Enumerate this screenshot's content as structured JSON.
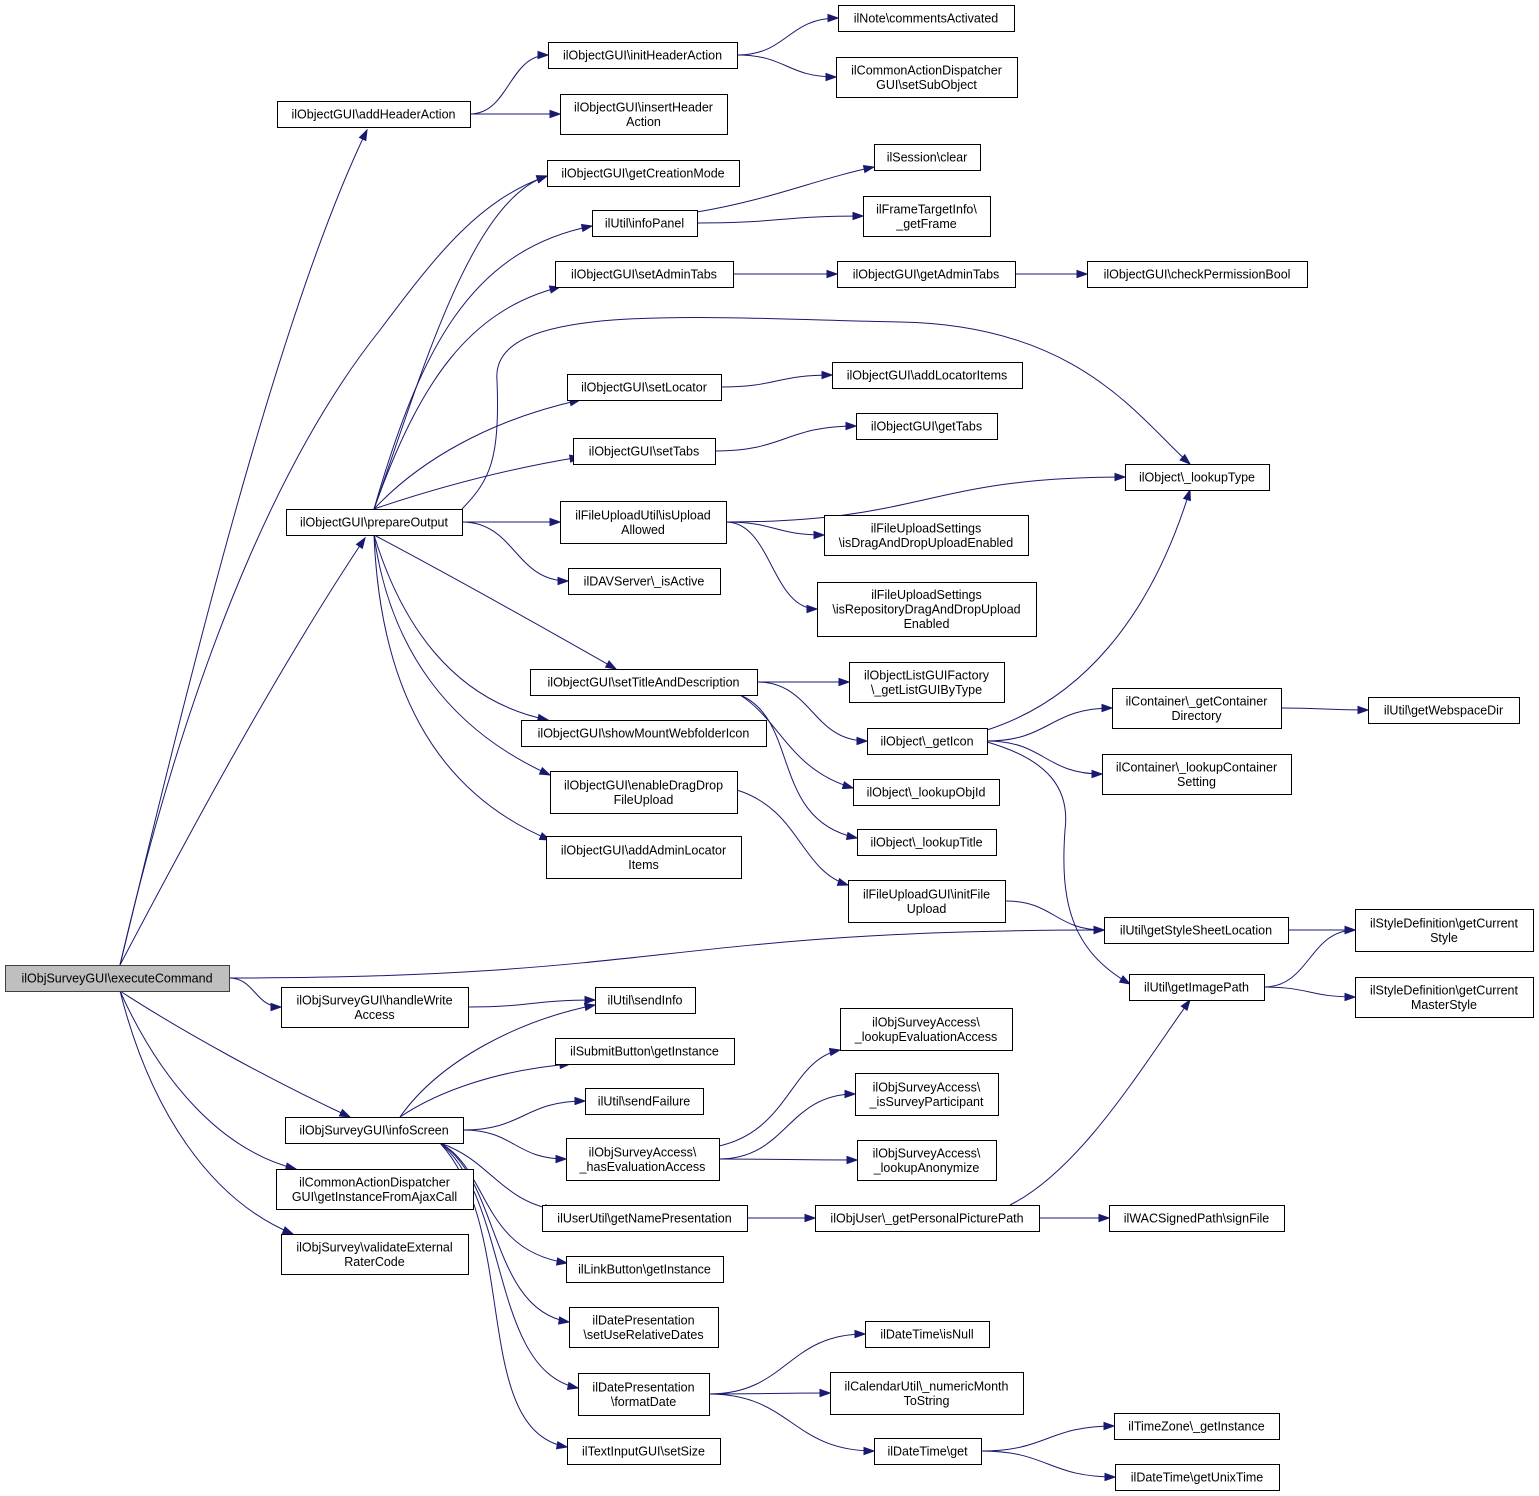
{
  "diagram": {
    "type": "call-graph",
    "colors": {
      "edge": "#191970",
      "root_fill": "#bfbfbf",
      "node_fill": "#ffffff",
      "node_border": "#000000"
    },
    "nodes": [
      {
        "id": "n0",
        "lines": [
          "ilObjSurveyGUI\\executeCommand"
        ],
        "root": true
      },
      {
        "id": "n1",
        "lines": [
          "ilObjectGUI\\addHeaderAction"
        ]
      },
      {
        "id": "n2",
        "lines": [
          "ilObjectGUI\\initHeaderAction"
        ]
      },
      {
        "id": "n3",
        "lines": [
          "ilNote\\commentsActivated"
        ]
      },
      {
        "id": "n4",
        "lines": [
          "ilCommonActionDispatcher",
          "GUI\\setSubObject"
        ]
      },
      {
        "id": "n5",
        "lines": [
          "ilObjectGUI\\insertHeader",
          "Action"
        ]
      },
      {
        "id": "n6",
        "lines": [
          "ilObjectGUI\\getCreationMode"
        ]
      },
      {
        "id": "n7",
        "lines": [
          "ilSession\\clear"
        ]
      },
      {
        "id": "n8",
        "lines": [
          "ilUtil\\infoPanel"
        ]
      },
      {
        "id": "n9",
        "lines": [
          "ilFrameTargetInfo\\",
          "_getFrame"
        ]
      },
      {
        "id": "n10",
        "lines": [
          "ilObjectGUI\\setAdminTabs"
        ]
      },
      {
        "id": "n11",
        "lines": [
          "ilObjectGUI\\getAdminTabs"
        ]
      },
      {
        "id": "n12",
        "lines": [
          "ilObjectGUI\\checkPermissionBool"
        ]
      },
      {
        "id": "n13",
        "lines": [
          "ilObjectGUI\\setLocator"
        ]
      },
      {
        "id": "n14",
        "lines": [
          "ilObjectGUI\\addLocatorItems"
        ]
      },
      {
        "id": "n15",
        "lines": [
          "ilObjectGUI\\getTabs"
        ]
      },
      {
        "id": "n16",
        "lines": [
          "ilObjectGUI\\setTabs"
        ]
      },
      {
        "id": "n17",
        "lines": [
          "ilObject\\_lookupType"
        ]
      },
      {
        "id": "n18",
        "lines": [
          "ilObjectGUI\\prepareOutput"
        ]
      },
      {
        "id": "n19",
        "lines": [
          "ilFileUploadUtil\\isUpload",
          "Allowed"
        ]
      },
      {
        "id": "n20",
        "lines": [
          "ilFileUploadSettings",
          "\\isDragAndDropUploadEnabled"
        ]
      },
      {
        "id": "n21",
        "lines": [
          "ilDAVServer\\_isActive"
        ]
      },
      {
        "id": "n22",
        "lines": [
          "ilFileUploadSettings",
          "\\isRepositoryDragAndDropUpload",
          "Enabled"
        ]
      },
      {
        "id": "n23",
        "lines": [
          "ilObjectGUI\\setTitleAndDescription"
        ]
      },
      {
        "id": "n24",
        "lines": [
          "ilObjectListGUIFactory",
          "\\_getListGUIByType"
        ]
      },
      {
        "id": "n25",
        "lines": [
          "ilContainer\\_getContainer",
          "Directory"
        ]
      },
      {
        "id": "n26",
        "lines": [
          "ilUtil\\getWebspaceDir"
        ]
      },
      {
        "id": "n27",
        "lines": [
          "ilObjectGUI\\showMountWebfolderIcon"
        ]
      },
      {
        "id": "n28",
        "lines": [
          "ilObject\\_getIcon"
        ]
      },
      {
        "id": "n29",
        "lines": [
          "ilContainer\\_lookupContainer",
          "Setting"
        ]
      },
      {
        "id": "n30",
        "lines": [
          "ilObjectGUI\\enableDragDrop",
          "FileUpload"
        ]
      },
      {
        "id": "n31",
        "lines": [
          "ilObject\\_lookupObjId"
        ]
      },
      {
        "id": "n32",
        "lines": [
          "ilObject\\_lookupTitle"
        ]
      },
      {
        "id": "n33",
        "lines": [
          "ilObjectGUI\\addAdminLocator",
          "Items"
        ]
      },
      {
        "id": "n34",
        "lines": [
          "ilFileUploadGUI\\initFile",
          "Upload"
        ]
      },
      {
        "id": "n35",
        "lines": [
          "ilUtil\\getStyleSheetLocation"
        ]
      },
      {
        "id": "n36",
        "lines": [
          "ilStyleDefinition\\getCurrent",
          "Style"
        ]
      },
      {
        "id": "n37",
        "lines": [
          "ilUtil\\getImagePath"
        ]
      },
      {
        "id": "n38",
        "lines": [
          "ilStyleDefinition\\getCurrent",
          "MasterStyle"
        ]
      },
      {
        "id": "n39",
        "lines": [
          "ilObjSurveyGUI\\handleWrite",
          "Access"
        ]
      },
      {
        "id": "n40",
        "lines": [
          "ilUtil\\sendInfo"
        ]
      },
      {
        "id": "n41",
        "lines": [
          "ilSubmitButton\\getInstance"
        ]
      },
      {
        "id": "n42",
        "lines": [
          "ilObjSurveyAccess\\",
          "_lookupEvaluationAccess"
        ]
      },
      {
        "id": "n43",
        "lines": [
          "ilUtil\\sendFailure"
        ]
      },
      {
        "id": "n44",
        "lines": [
          "ilObjSurveyAccess\\",
          "_isSurveyParticipant"
        ]
      },
      {
        "id": "n45",
        "lines": [
          "ilObjSurveyGUI\\infoScreen"
        ]
      },
      {
        "id": "n46",
        "lines": [
          "ilObjSurveyAccess\\",
          "_hasEvaluationAccess"
        ]
      },
      {
        "id": "n47",
        "lines": [
          "ilObjSurveyAccess\\",
          "_lookupAnonymize"
        ]
      },
      {
        "id": "n48",
        "lines": [
          "ilCommonActionDispatcher",
          "GUI\\getInstanceFromAjaxCall"
        ]
      },
      {
        "id": "n49",
        "lines": [
          "ilUserUtil\\getNamePresentation"
        ]
      },
      {
        "id": "n50",
        "lines": [
          "ilObjUser\\_getPersonalPicturePath"
        ]
      },
      {
        "id": "n51",
        "lines": [
          "ilWACSignedPath\\signFile"
        ]
      },
      {
        "id": "n52",
        "lines": [
          "ilObjSurvey\\validateExternal",
          "RaterCode"
        ]
      },
      {
        "id": "n53",
        "lines": [
          "ilLinkButton\\getInstance"
        ]
      },
      {
        "id": "n54",
        "lines": [
          "ilDatePresentation",
          "\\setUseRelativeDates"
        ]
      },
      {
        "id": "n55",
        "lines": [
          "ilDateTime\\isNull"
        ]
      },
      {
        "id": "n56",
        "lines": [
          "ilDatePresentation",
          "\\formatDate"
        ]
      },
      {
        "id": "n57",
        "lines": [
          "ilCalendarUtil\\_numericMonth",
          "ToString"
        ]
      },
      {
        "id": "n58",
        "lines": [
          "ilTimeZone\\_getInstance"
        ]
      },
      {
        "id": "n59",
        "lines": [
          "ilTextInputGUI\\setSize"
        ]
      },
      {
        "id": "n60",
        "lines": [
          "ilDateTime\\get"
        ]
      },
      {
        "id": "n61",
        "lines": [
          "ilDateTime\\getUnixTime"
        ]
      }
    ],
    "edges": [
      [
        "n0",
        "n1"
      ],
      [
        "n0",
        "n6"
      ],
      [
        "n0",
        "n18"
      ],
      [
        "n0",
        "n35"
      ],
      [
        "n0",
        "n39"
      ],
      [
        "n0",
        "n45"
      ],
      [
        "n0",
        "n48"
      ],
      [
        "n0",
        "n52"
      ],
      [
        "n1",
        "n2"
      ],
      [
        "n1",
        "n5"
      ],
      [
        "n2",
        "n3"
      ],
      [
        "n2",
        "n4"
      ],
      [
        "n8",
        "n7"
      ],
      [
        "n8",
        "n9"
      ],
      [
        "n10",
        "n11"
      ],
      [
        "n11",
        "n12"
      ],
      [
        "n13",
        "n14"
      ],
      [
        "n16",
        "n15"
      ],
      [
        "n18",
        "n6"
      ],
      [
        "n18",
        "n8"
      ],
      [
        "n18",
        "n10"
      ],
      [
        "n18",
        "n13"
      ],
      [
        "n18",
        "n16"
      ],
      [
        "n18",
        "n17"
      ],
      [
        "n18",
        "n19"
      ],
      [
        "n18",
        "n21"
      ],
      [
        "n18",
        "n23"
      ],
      [
        "n18",
        "n27"
      ],
      [
        "n18",
        "n30"
      ],
      [
        "n18",
        "n33"
      ],
      [
        "n19",
        "n17"
      ],
      [
        "n19",
        "n20"
      ],
      [
        "n19",
        "n22"
      ],
      [
        "n23",
        "n24"
      ],
      [
        "n23",
        "n28"
      ],
      [
        "n23",
        "n31"
      ],
      [
        "n23",
        "n32"
      ],
      [
        "n28",
        "n17"
      ],
      [
        "n28",
        "n25"
      ],
      [
        "n28",
        "n29"
      ],
      [
        "n28",
        "n37"
      ],
      [
        "n25",
        "n26"
      ],
      [
        "n30",
        "n34"
      ],
      [
        "n34",
        "n35"
      ],
      [
        "n35",
        "n36"
      ],
      [
        "n37",
        "n36"
      ],
      [
        "n37",
        "n38"
      ],
      [
        "n39",
        "n40"
      ],
      [
        "n45",
        "n40"
      ],
      [
        "n45",
        "n41"
      ],
      [
        "n45",
        "n43"
      ],
      [
        "n45",
        "n46"
      ],
      [
        "n45",
        "n49"
      ],
      [
        "n45",
        "n53"
      ],
      [
        "n45",
        "n54"
      ],
      [
        "n45",
        "n56"
      ],
      [
        "n45",
        "n59"
      ],
      [
        "n46",
        "n42"
      ],
      [
        "n46",
        "n44"
      ],
      [
        "n46",
        "n47"
      ],
      [
        "n49",
        "n50"
      ],
      [
        "n50",
        "n37"
      ],
      [
        "n50",
        "n51"
      ],
      [
        "n56",
        "n55"
      ],
      [
        "n56",
        "n57"
      ],
      [
        "n56",
        "n60"
      ],
      [
        "n60",
        "n58"
      ],
      [
        "n60",
        "n61"
      ]
    ]
  }
}
